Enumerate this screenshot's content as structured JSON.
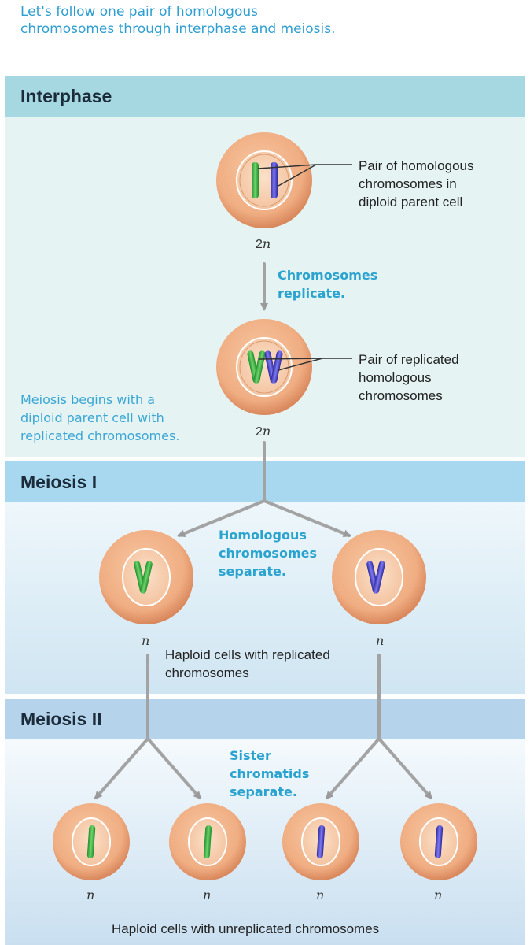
{
  "intro": "Let's follow one pair of homologous\nchromosomes through interphase and\nmeiosis.",
  "sections": {
    "interphase": "Interphase",
    "meiosis1": "Meiosis I",
    "meiosis2": "Meiosis II"
  },
  "labels": {
    "pair_homologous": "Pair of homologous\nchromosomes in\ndiploid parent cell",
    "pair_replicated": "Pair of replicated\nhomologous\nchromosomes",
    "haploid_replicated": "Haploid cells with replicated\nchromosomes",
    "haploid_unreplicated": "Haploid cells with unreplicated chromosomes"
  },
  "steps": {
    "replicate": "Chromosomes\nreplicate.",
    "homologous_separate": "Homologous\nchromosomes\nseparate.",
    "sisters_separate": "Sister\nchromatids\nseparate."
  },
  "note": "Meiosis begins with a\ndiploid parent cell with\nreplicated chromosomes.",
  "ploidy": {
    "diploid_num": "2",
    "haploid": "n"
  },
  "colors": {
    "green_chromosome": "#3eb84a",
    "blue_chromosome": "#4b45c8",
    "cell_fill": "#f2b48a",
    "arrow": "#9a9a9a",
    "accent_text": "#2aa3cf"
  }
}
